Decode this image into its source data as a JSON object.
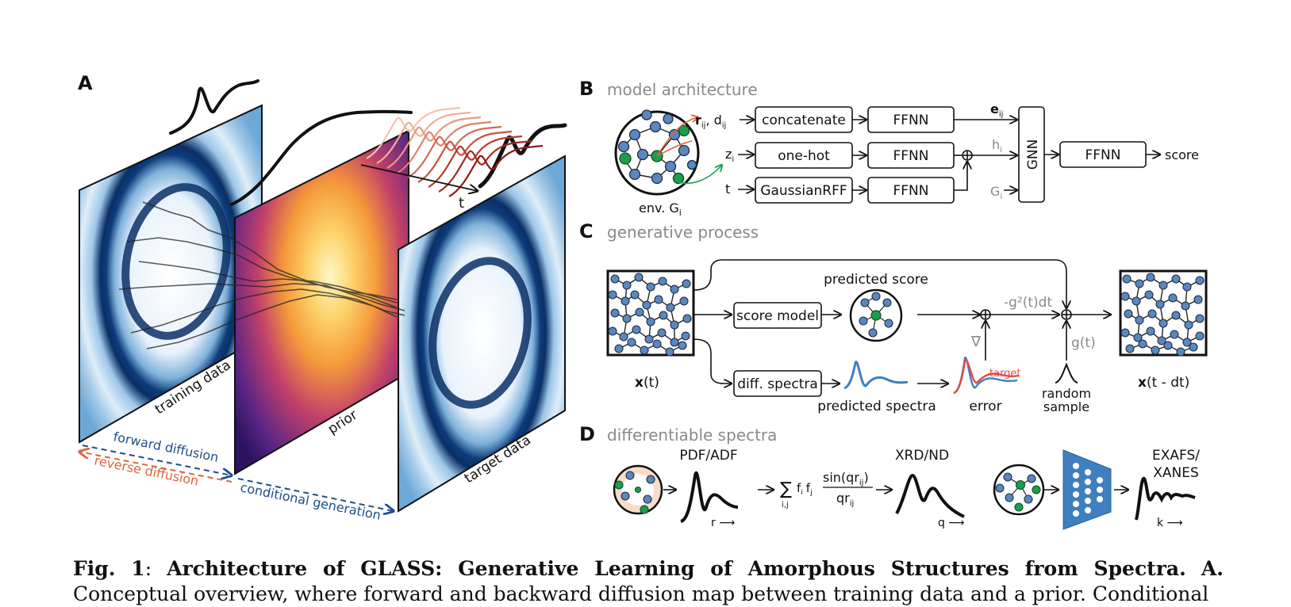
{
  "panels": {
    "a": {
      "letter": "A",
      "plane_labels": [
        "training data",
        "prior",
        "target data"
      ],
      "axis_t": "t",
      "arrows": {
        "forward": "forward diffusion",
        "reverse": "reverse diffusion",
        "conditional": "conditional generation"
      },
      "colors": {
        "forward": "#1f4e8c",
        "reverse": "#e0643c",
        "prior_hot": "#fde08a",
        "prior_cold": "#3b1a6e"
      }
    },
    "b": {
      "letter": "B",
      "title": "model architecture",
      "inputs": {
        "rij": "r",
        "rij_sub": "ij",
        "dij": ", d",
        "dij_sub": "ij",
        "zi": "z",
        "zi_sub": "i",
        "t": "t"
      },
      "env_label": "env. G",
      "env_sub": "i",
      "boxes": {
        "concatenate": "concatenate",
        "onehot": "one-hot",
        "gaussianrff": "GaussianRFF",
        "ffnn": "FFNN",
        "gnn": "GNN"
      },
      "edge_labels": {
        "eij": "e",
        "eij_sub": "ij",
        "hi": "h",
        "hi_sub": "i",
        "gi": "G",
        "gi_sub": "i"
      },
      "output": "score"
    },
    "c": {
      "letter": "C",
      "title": "generative process",
      "xt": "x",
      "xt_suffix": "(t)",
      "xtdt": "x",
      "xtdt_suffix": "(t - dt)",
      "predicted_score": "predicted score",
      "score_model": "score model",
      "diff_spectra": "diff. spectra",
      "predicted_spectra": "predicted spectra",
      "error": "error",
      "target": "target",
      "random": "random",
      "sample": "sample",
      "nabla": "∇",
      "g_term": "-g²(t)dt",
      "gt": "g(t)"
    },
    "d": {
      "letter": "D",
      "title": "differentiable spectra",
      "pdf": "PDF/ADF",
      "r_axis": "r",
      "sum": "∑",
      "sum_sub": "i,j",
      "ff": "f",
      "fi_sub": "i",
      "fj_sub": "j",
      "num": "sin(qr",
      "num_sub": "ij",
      "num_close": ")",
      "den": "qr",
      "den_sub": "ij",
      "xrd": "XRD/ND",
      "q_axis": "q",
      "exafs1": "EXAFS/",
      "exafs2": "XANES",
      "k_axis": "k"
    }
  },
  "caption": {
    "fig": "Fig. 1",
    "title": "Architecture of GLASS: Generative Learning of Amorphous Structures from Spectra.",
    "a": "A.",
    "text": "Conceptual overview, where forward and backward diffusion map between training data and a prior. Conditional"
  }
}
